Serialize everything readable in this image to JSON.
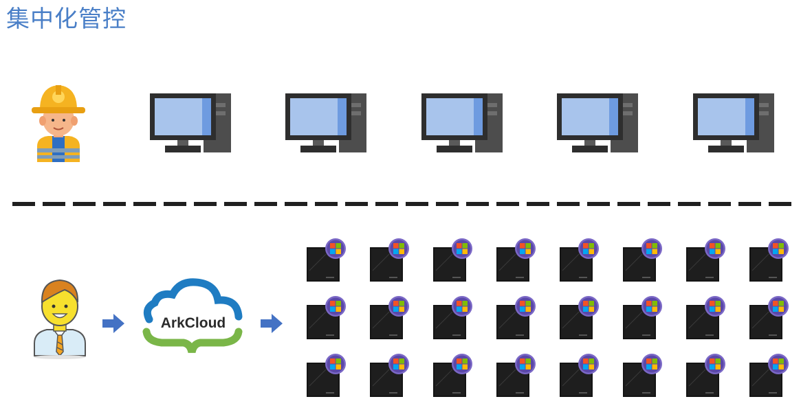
{
  "title": "集中化管控",
  "top_row": {
    "worker": "worker-hardhat-icon",
    "pc_count": 5
  },
  "bottom_row": {
    "user": "office-worker-icon",
    "cloud_label": "ArkCloud",
    "device_grid": {
      "rows": 3,
      "cols": 8
    }
  },
  "colors": {
    "title": "#4a7fc7",
    "cloud_blue": "#1f7cc2",
    "cloud_green": "#7ab648",
    "arrow": "#4472c4"
  }
}
